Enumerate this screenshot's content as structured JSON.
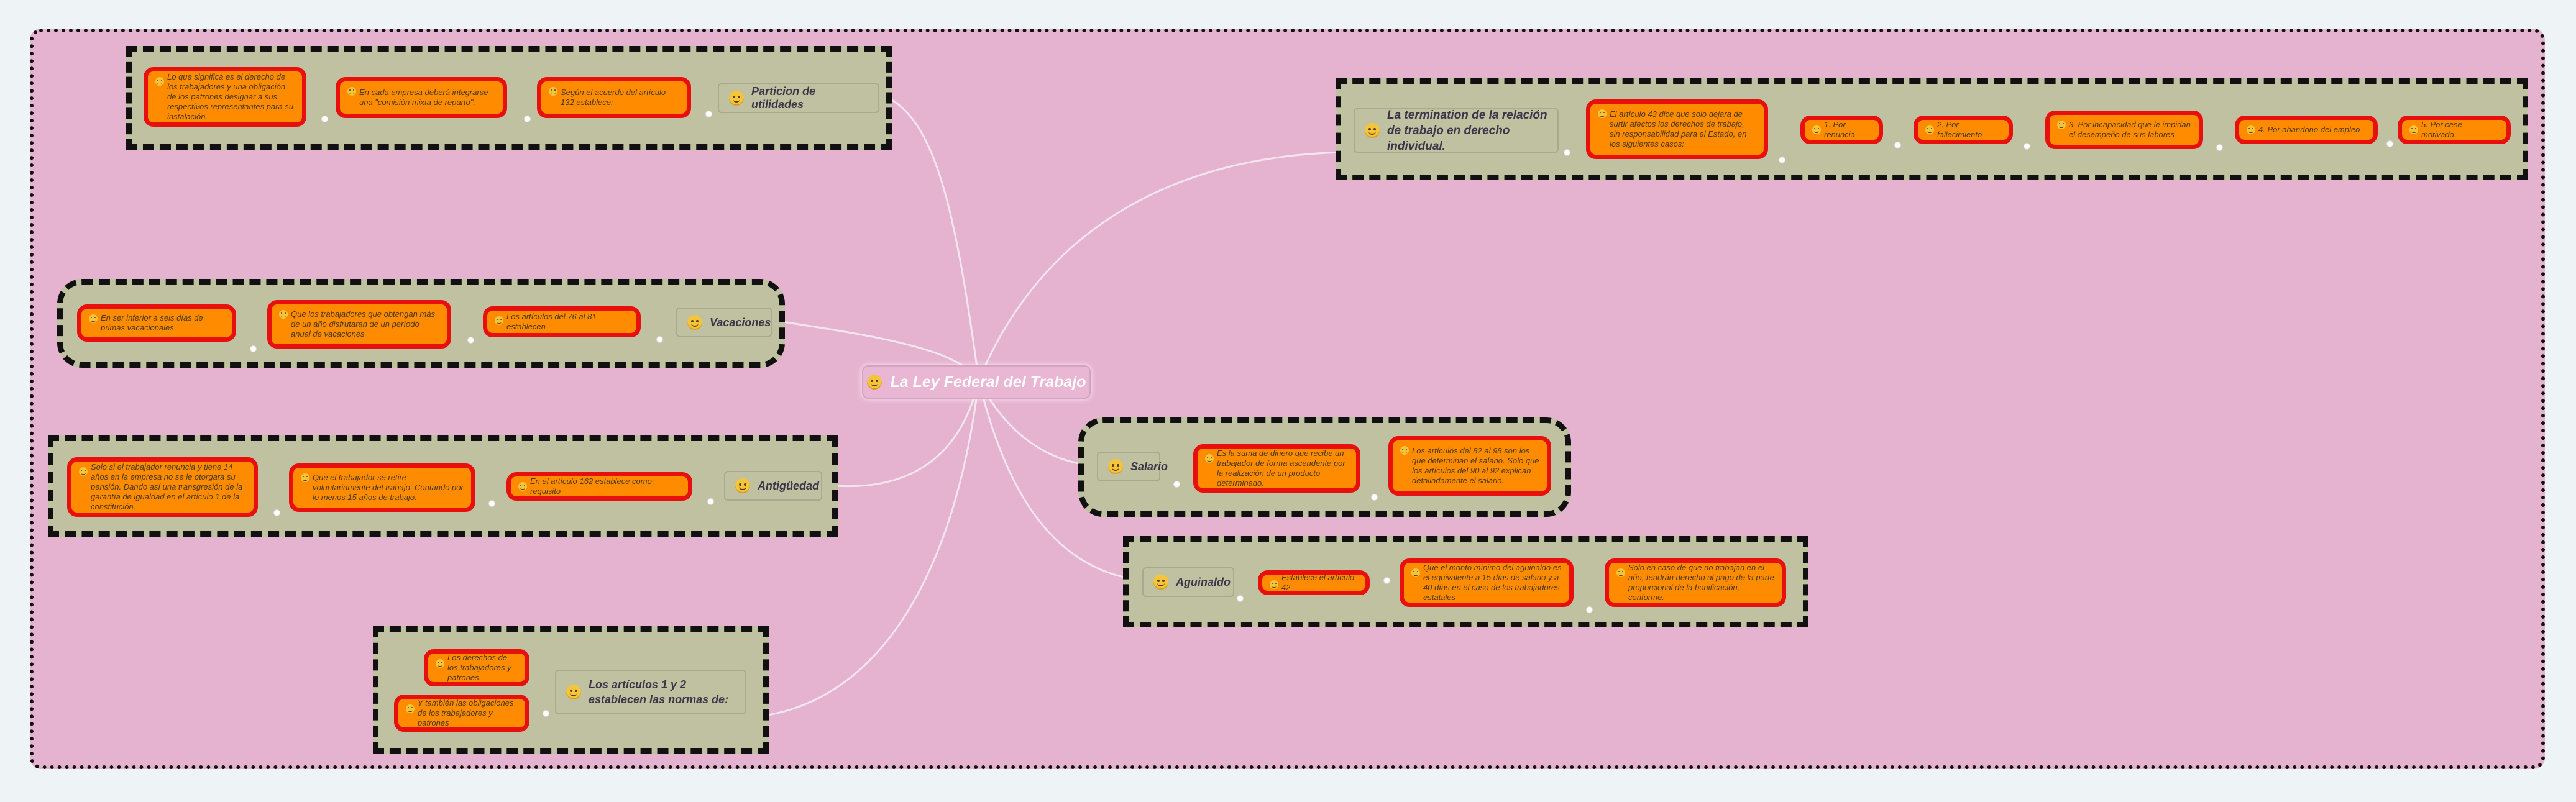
{
  "root": {
    "label": "La Ley Federal del Trabajo"
  },
  "topics": {
    "particion": "Particion de utilidades",
    "vacaciones": "Vacaciones",
    "antiguedad": "Antigüedad",
    "articulos": "Los artículos 1 y 2 establecen las normas de:",
    "terminacion": "La termination de la relación de trabajo en derecho individual.",
    "salario": "Salario",
    "aguinaldo": "Aguinaldo"
  },
  "leaves": {
    "particion": [
      "Lo que significa es el derecho de los trabajadores y una obligación de los patrones designar a sus respectivos representantes para su instalación.",
      "En cada empresa deberá integrarse una \"comisión mixta de reparto\".",
      "Según el acuerdo del artículo 132 establece:"
    ],
    "vacaciones": [
      "En ser inferior a seis días de primas vacacionales",
      "Que los trabajadores que obtengan más de un año disfrutaran de un período anual de vacaciones",
      "Los artículos del 76 al 81 establecen"
    ],
    "antiguedad": [
      "Solo si el trabajador renuncia y tiene 14 años en la empresa no se le otorgara su pensión. Dando así una transgresión de la garantía de igualdad en el artículo 1 de la constitución.",
      "Que el trabajador se retire voluntariamente del trabajo. Contando por lo menos 15 años de trabajo.",
      "En el artículo 162 establece como requisito"
    ],
    "articulos": [
      "Los derechos de los trabajadores y patrones",
      "Y también las obligaciones de los trabajadores y patrones"
    ],
    "terminacion": [
      "El artículo 43 dice que solo dejara de surtir afectos los derechos de trabajo, sin responsabilidad para el Estado, en los siguientes casos:",
      "1. Por renuncia",
      "2. Por fallecimiento",
      "3. Por incapacidad que le impidan el desempeño de sus labores",
      "4. Por abandono del empleo",
      "5. Por cese motivado."
    ],
    "salario": [
      "Es la suma de dinero que recibe un trabajador de forma ascendente por la realización de un producto determinado.",
      "Los artículos del 82 al 98 son los que determinan el salario. Solo que los artículos del 90 al 92 explican detalladamente el salario."
    ],
    "aguinaldo": [
      "Establece el artículo 42",
      "Que el monto mínimo del aguinaldo es el equivalente a 15 días de salario y a 40 días en el caso de los trabajadores estatales",
      "Solo en caso de que no trabajan en el año, tendrán derecho al pago de la parte proporcional de la bonificación, conforme."
    ]
  },
  "colors": {
    "canvas": "#e5b2cf",
    "group": "#bfc1a1",
    "leaf_fill": "#ff8c00",
    "leaf_border": "#e8100c",
    "link": "#f3e6ef"
  },
  "icons": {
    "topic": "smiley-icon"
  }
}
